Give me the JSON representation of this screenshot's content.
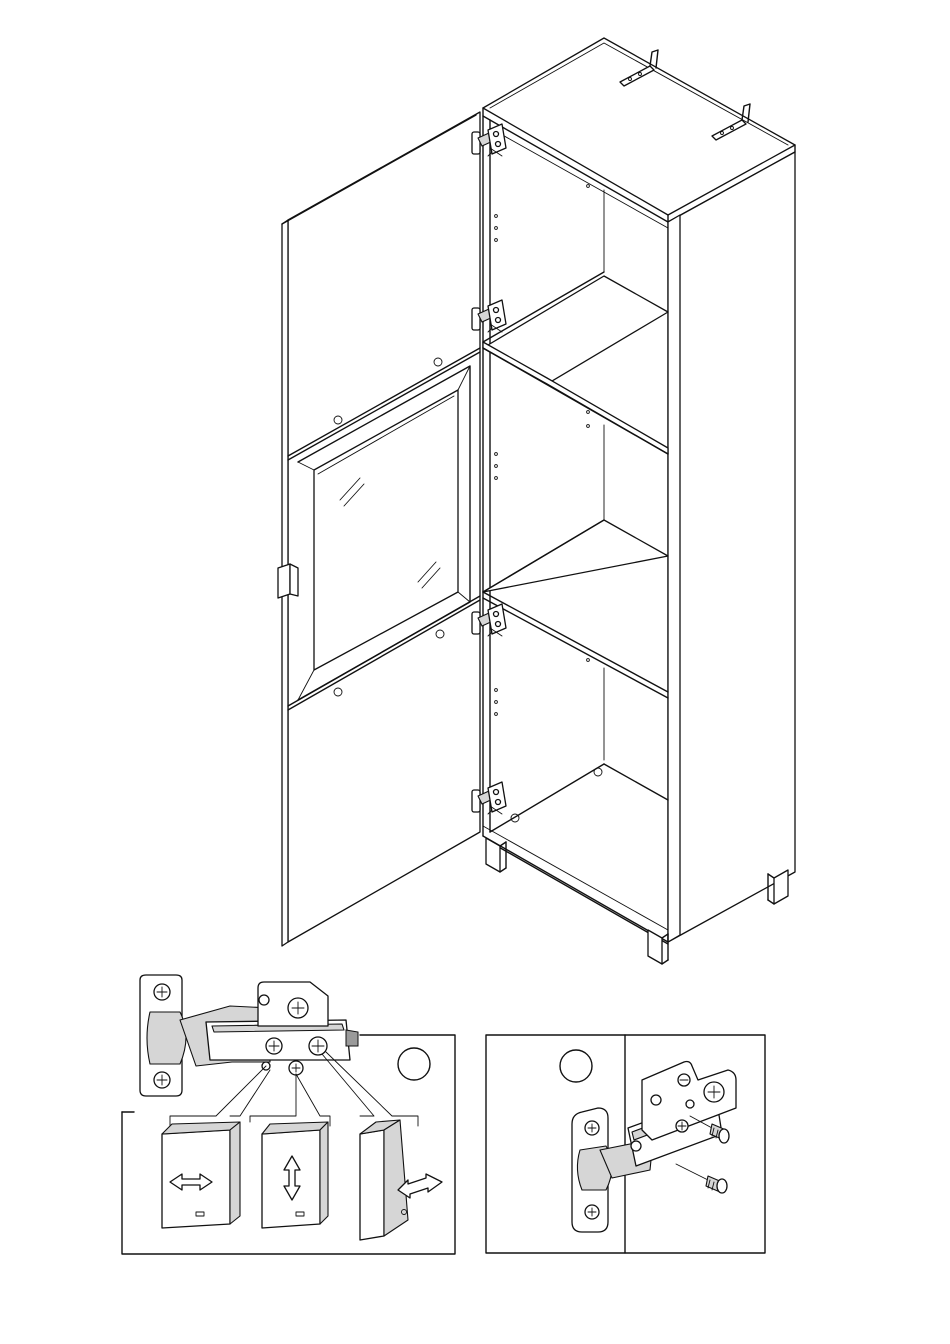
{
  "diagram": {
    "components": [
      "cabinet",
      "left-door",
      "glass-panel",
      "shelf",
      "hinge",
      "wall-bracket",
      "leg",
      "door-handle",
      "screw"
    ],
    "detail_panels": [
      "hinge-adjustment-detail",
      "hinge-mounting-detail"
    ],
    "adjustment_directions": [
      "horizontal",
      "vertical",
      "depth"
    ]
  }
}
